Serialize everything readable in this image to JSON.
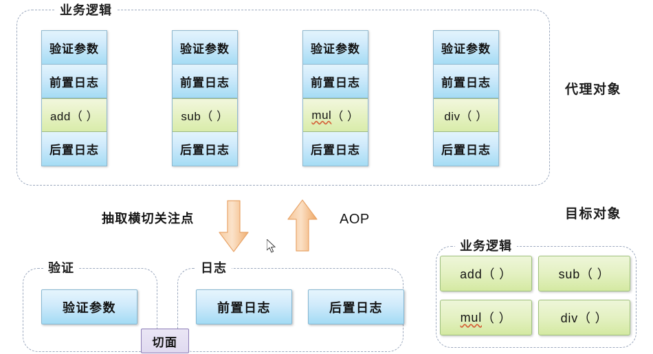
{
  "diagram": {
    "title_nodes": {
      "proxy_object": "代理对象",
      "target_object": "目标对象"
    },
    "top_group": {
      "label": "业务逻辑",
      "stacks": [
        {
          "cells": [
            {
              "text": "验证参数",
              "kind": "blue"
            },
            {
              "text": "前置日志",
              "kind": "blue"
            },
            {
              "text": "add（ ）",
              "kind": "green"
            },
            {
              "text": "后置日志",
              "kind": "blue"
            }
          ]
        },
        {
          "cells": [
            {
              "text": "验证参数",
              "kind": "blue"
            },
            {
              "text": "前置日志",
              "kind": "blue"
            },
            {
              "text": "sub（ ）",
              "kind": "green"
            },
            {
              "text": "后置日志",
              "kind": "blue"
            }
          ]
        },
        {
          "cells": [
            {
              "text": "验证参数",
              "kind": "blue"
            },
            {
              "text": "前置日志",
              "kind": "blue"
            },
            {
              "text": "mul（ ）",
              "kind": "green"
            },
            {
              "text": "后置日志",
              "kind": "blue"
            }
          ]
        },
        {
          "cells": [
            {
              "text": "验证参数",
              "kind": "blue"
            },
            {
              "text": "前置日志",
              "kind": "blue"
            },
            {
              "text": "div（ ）",
              "kind": "green"
            },
            {
              "text": "后置日志",
              "kind": "blue"
            }
          ]
        }
      ]
    },
    "middle": {
      "extract_caption": "抽取横切关注点",
      "aop_caption": "AOP",
      "down_arrow_color": "#f7c999",
      "up_arrow_color": "#f5bd87"
    },
    "bottom_left_group": {
      "label": "验证",
      "items": [
        "验证参数"
      ]
    },
    "bottom_mid_group": {
      "label": "日志",
      "items": [
        "前置日志",
        "后置日志"
      ]
    },
    "aspect_badge": {
      "label": "切面",
      "color": "#e0daf0",
      "border_color": "#8b7bb5"
    },
    "bottom_right_group": {
      "label": "业务逻辑",
      "items": [
        {
          "text": "add（ ）",
          "spell_error": false
        },
        {
          "text": "sub（ ）",
          "spell_error": false
        },
        {
          "text": "mul",
          "suffix": "（ ）",
          "spell_error": true
        },
        {
          "text": "div（ ）",
          "spell_error": false
        }
      ]
    },
    "colors": {
      "dashed_border": "#9aa7bd",
      "blue_cell": "#cfeafb",
      "green_cell": "#e4f1c2",
      "accent_orange": "#f5bd87",
      "aspect_purple": "#e0daf0"
    }
  }
}
